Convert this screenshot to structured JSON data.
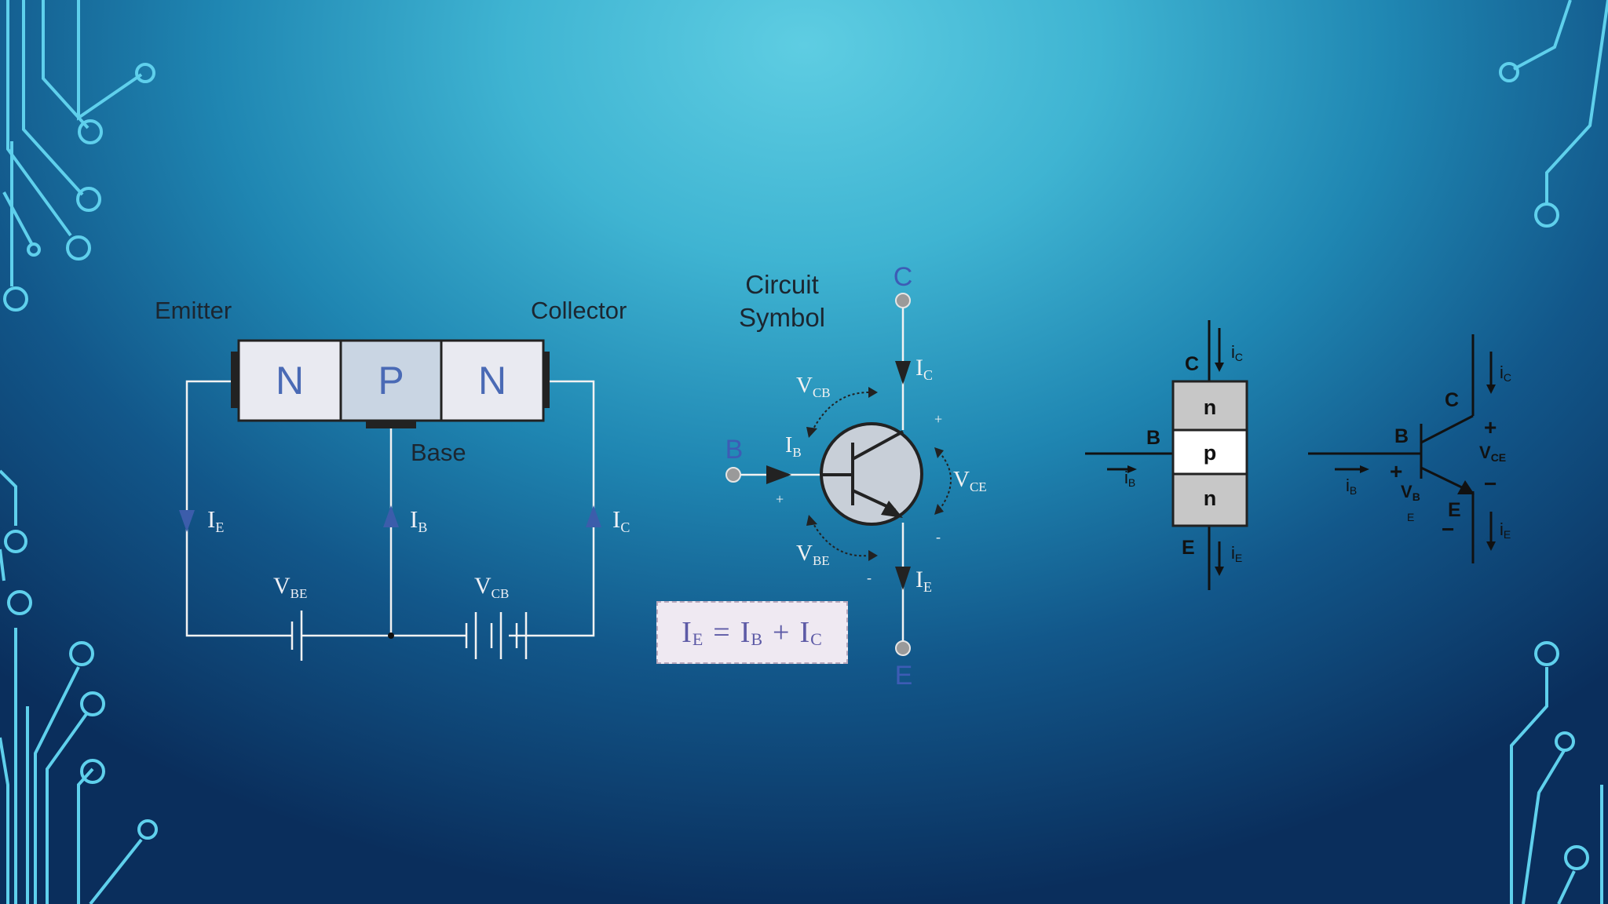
{
  "npn_block": {
    "emitter_label": "Emitter",
    "collector_label": "Collector",
    "base_label": "Base",
    "regions": [
      "N",
      "P",
      "N"
    ],
    "ie_label": "I",
    "ie_sub": "E",
    "ib_label": "I",
    "ib_sub": "B",
    "ic_label": "I",
    "ic_sub": "C",
    "vbe_label": "V",
    "vbe_sub": "BE",
    "vcb_label": "V",
    "vcb_sub": "CB"
  },
  "symbol": {
    "title_line1": "Circuit",
    "title_line2": "Symbol",
    "c_terminal": "C",
    "b_terminal": "B",
    "e_terminal": "E",
    "ic": "I",
    "ic_sub": "C",
    "ib": "I",
    "ib_sub": "B",
    "ie": "I",
    "ie_sub": "E",
    "vcb": "V",
    "vcb_sub": "CB",
    "vce": "V",
    "vce_sub": "CE",
    "vbe": "V",
    "vbe_sub": "BE",
    "plus": "+",
    "minus": "-"
  },
  "equation": {
    "ie": "I",
    "ie_sub": "E",
    "eq": "=",
    "ib": "I",
    "ib_sub": "B",
    "plus": "+",
    "ic": "I",
    "ic_sub": "C"
  },
  "npn_stack": {
    "c_label": "C",
    "b_label": "B",
    "e_label": "E",
    "layers": [
      "n",
      "p",
      "n"
    ],
    "ic": "i",
    "ic_sub": "C",
    "ib": "i",
    "ib_sub": "B",
    "ie": "i",
    "ie_sub": "E"
  },
  "npn_symbol2": {
    "c_label": "C",
    "b_label": "B",
    "e_label": "E",
    "ic": "i",
    "ic_sub": "C",
    "ib": "i",
    "ib_sub": "B",
    "ie": "i",
    "ie_sub": "E",
    "vce": "V",
    "vce_sub": "CE",
    "vbe": "V",
    "vbe_sub_a": "B",
    "vbe_sub_b": "E",
    "plus": "+",
    "minus": "−"
  },
  "colors": {
    "circuit_lines": "#ffffff",
    "accent_blue": "#4a6ab5",
    "region_fill": "#e9eaf1",
    "p_fill": "#c9d5e3"
  }
}
